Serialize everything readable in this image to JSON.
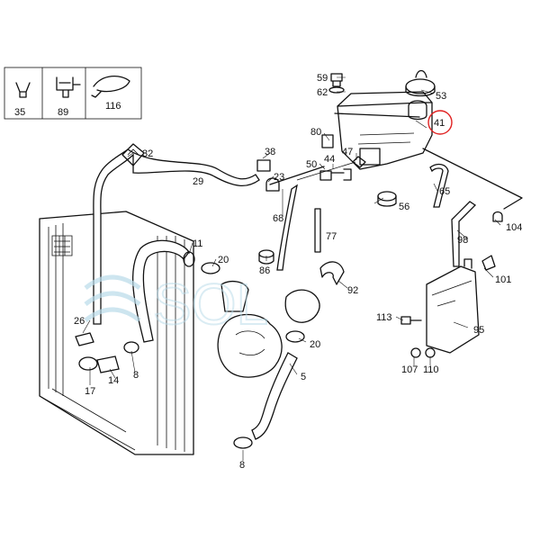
{
  "legend": {
    "items": [
      {
        "num": "35",
        "icon": "clip-icon"
      },
      {
        "num": "89",
        "icon": "double-clip-icon"
      },
      {
        "num": "116",
        "icon": "cable-tie-icon"
      }
    ]
  },
  "callouts": [
    "59",
    "62",
    "53",
    "41",
    "80",
    "38",
    "50",
    "44",
    "47",
    "32",
    "29",
    "23",
    "65",
    "56",
    "104",
    "11",
    "20",
    "86",
    "68",
    "77",
    "98",
    "101",
    "92",
    "26",
    "113",
    "95",
    "17",
    "14",
    "8",
    "20",
    "5",
    "107",
    "110",
    "8"
  ],
  "highlighted_callout": "41",
  "highlight_color": "#e02020",
  "watermark_text": "SOL"
}
